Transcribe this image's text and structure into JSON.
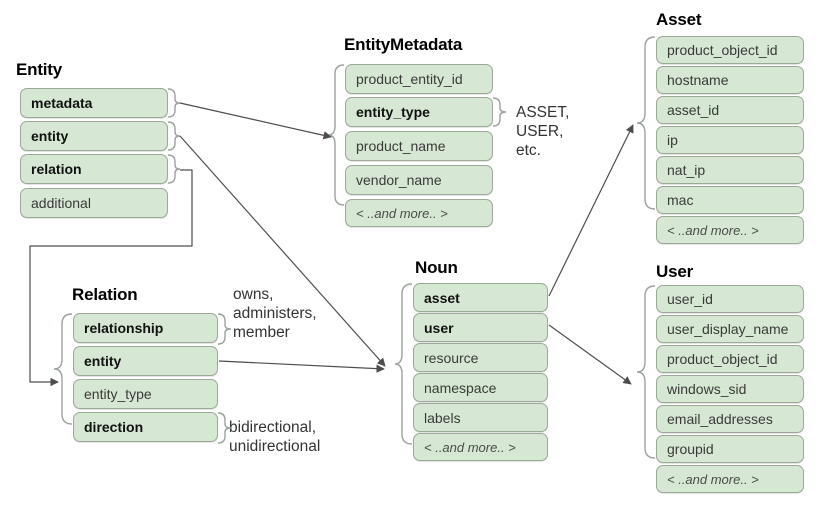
{
  "diagram": {
    "title_entity": "Entity",
    "title_entitymetadata": "EntityMetadata",
    "title_asset": "Asset",
    "title_user": "User",
    "title_noun": "Noun",
    "title_relation": "Relation"
  },
  "entity": {
    "title": "Entity",
    "rows": [
      {
        "label": "metadata",
        "bold": true,
        "more": false
      },
      {
        "label": "entity",
        "bold": true,
        "more": false
      },
      {
        "label": "relation",
        "bold": true,
        "more": false
      },
      {
        "label": "additional",
        "bold": false,
        "more": false
      }
    ]
  },
  "entitymetadata": {
    "title": "EntityMetadata",
    "rows": [
      {
        "label": "product_entity_id",
        "bold": false,
        "more": false
      },
      {
        "label": "entity_type",
        "bold": true,
        "more": false
      },
      {
        "label": "product_name",
        "bold": false,
        "more": false
      },
      {
        "label": "vendor_name",
        "bold": false,
        "more": false
      },
      {
        "label": "< ..and more.. >",
        "bold": false,
        "more": true
      }
    ],
    "note": {
      "line1": "ASSET,",
      "line2": "USER,",
      "line3": "etc."
    }
  },
  "asset": {
    "title": "Asset",
    "rows": [
      {
        "label": "product_object_id",
        "bold": false,
        "more": false
      },
      {
        "label": "hostname",
        "bold": false,
        "more": false
      },
      {
        "label": "asset_id",
        "bold": false,
        "more": false
      },
      {
        "label": "ip",
        "bold": false,
        "more": false
      },
      {
        "label": "nat_ip",
        "bold": false,
        "more": false
      },
      {
        "label": "mac",
        "bold": false,
        "more": false
      },
      {
        "label": "< ..and more.. >",
        "bold": false,
        "more": true
      }
    ]
  },
  "user": {
    "title": "User",
    "rows": [
      {
        "label": "user_id",
        "bold": false,
        "more": false
      },
      {
        "label": "user_display_name",
        "bold": false,
        "more": false
      },
      {
        "label": "product_object_id",
        "bold": false,
        "more": false
      },
      {
        "label": "windows_sid",
        "bold": false,
        "more": false
      },
      {
        "label": "email_addresses",
        "bold": false,
        "more": false
      },
      {
        "label": "groupid",
        "bold": false,
        "more": false
      },
      {
        "label": "< ..and more.. >",
        "bold": false,
        "more": true
      }
    ]
  },
  "noun": {
    "title": "Noun",
    "rows": [
      {
        "label": "asset",
        "bold": true,
        "more": false
      },
      {
        "label": "user",
        "bold": true,
        "more": false
      },
      {
        "label": "resource",
        "bold": false,
        "more": false
      },
      {
        "label": "namespace",
        "bold": false,
        "more": false
      },
      {
        "label": "labels",
        "bold": false,
        "more": false
      },
      {
        "label": "< ..and more.. >",
        "bold": false,
        "more": true
      }
    ]
  },
  "relation": {
    "title": "Relation",
    "rows": [
      {
        "label": "relationship",
        "bold": true,
        "more": false
      },
      {
        "label": "entity",
        "bold": true,
        "more": false
      },
      {
        "label": "entity_type",
        "bold": false,
        "more": false
      },
      {
        "label": "direction",
        "bold": true,
        "more": false
      }
    ],
    "note_relationship": {
      "line1": "owns,",
      "line2": "administers,",
      "line3": "member"
    },
    "note_direction": {
      "line1": "bidirectional,",
      "line2": "unidirectional"
    }
  },
  "colors": {
    "row_fill": "#d6e8d3",
    "row_border": "#9aaa97",
    "brace": "#9aa39a",
    "connector": "#4d4d4d",
    "text": "#3a3a3a",
    "background": "#ffffff"
  }
}
